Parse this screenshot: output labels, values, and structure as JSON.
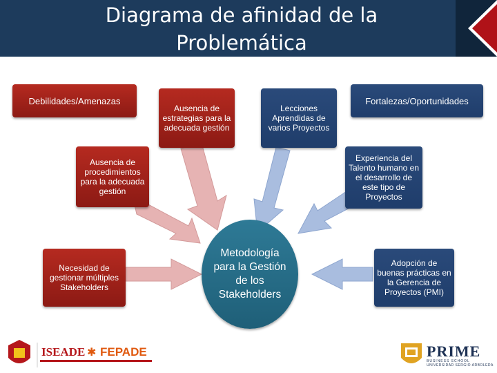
{
  "title": {
    "line1": "Diagrama de afinidad de la",
    "line2": "Problemática"
  },
  "boxes": {
    "debilidades": "Debilidades/Amenazas",
    "ausencia_estrategias": "Ausencia de estrategias para la adecuada gestión",
    "lecciones": "Lecciones Aprendidas de varios Proyectos",
    "fortalezas": "Fortalezas/Oportunidades",
    "ausencia_procedimientos": "Ausencia de procedimientos para la adecuada gestión",
    "experiencia": "Experiencia del Talento humano en el desarrollo de este tipo de Proyectos",
    "necesidad": "Necesidad de gestionar múltiples Stakeholders",
    "metodologia": "Metodología para la Gestión de los Stakeholders",
    "adopcion": "Adopción de buenas prácticas en la Gerencia de Proyectos (PMI)"
  },
  "logos": {
    "iseade": "ISEADE",
    "fepade": "FEPADE",
    "prime": "PRIME",
    "prime_sub1": "BUSINESS SCHOOL",
    "prime_sub2": "UNIVERSIDAD SERGIO ARBOLEDA"
  },
  "colors": {
    "title_bar": "#1d3b5c",
    "weakness_box": "#a3231b",
    "strength_box": "#23426f",
    "center_circle": "#286e8a",
    "pink_arrow": "#e6b3b3",
    "blue_arrow": "#a9bddf"
  }
}
